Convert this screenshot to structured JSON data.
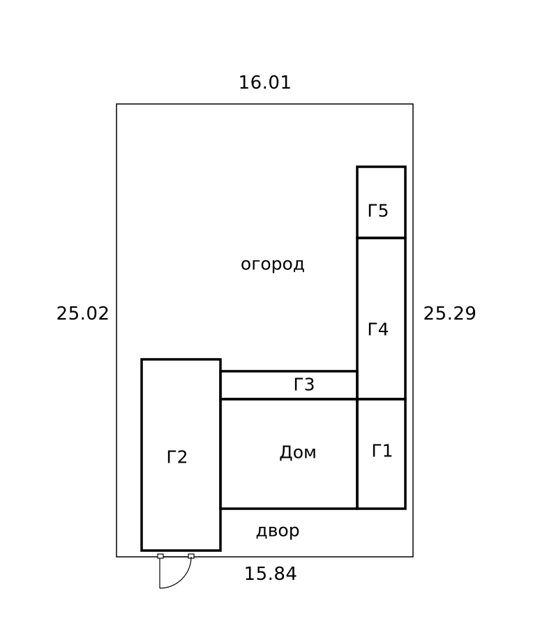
{
  "plot": {
    "dimensions": {
      "top": "16.01",
      "bottom": "15.84",
      "left": "25.02",
      "right": "25.29"
    },
    "zones": {
      "garden": "огород",
      "yard": "двор"
    },
    "buildings": {
      "g1": "Г1",
      "g2": "Г2",
      "g3": "Г3",
      "g4": "Г4",
      "g5": "Г5",
      "house": "Дом"
    }
  },
  "colors": {
    "line": "#000000",
    "background": "#ffffff"
  }
}
